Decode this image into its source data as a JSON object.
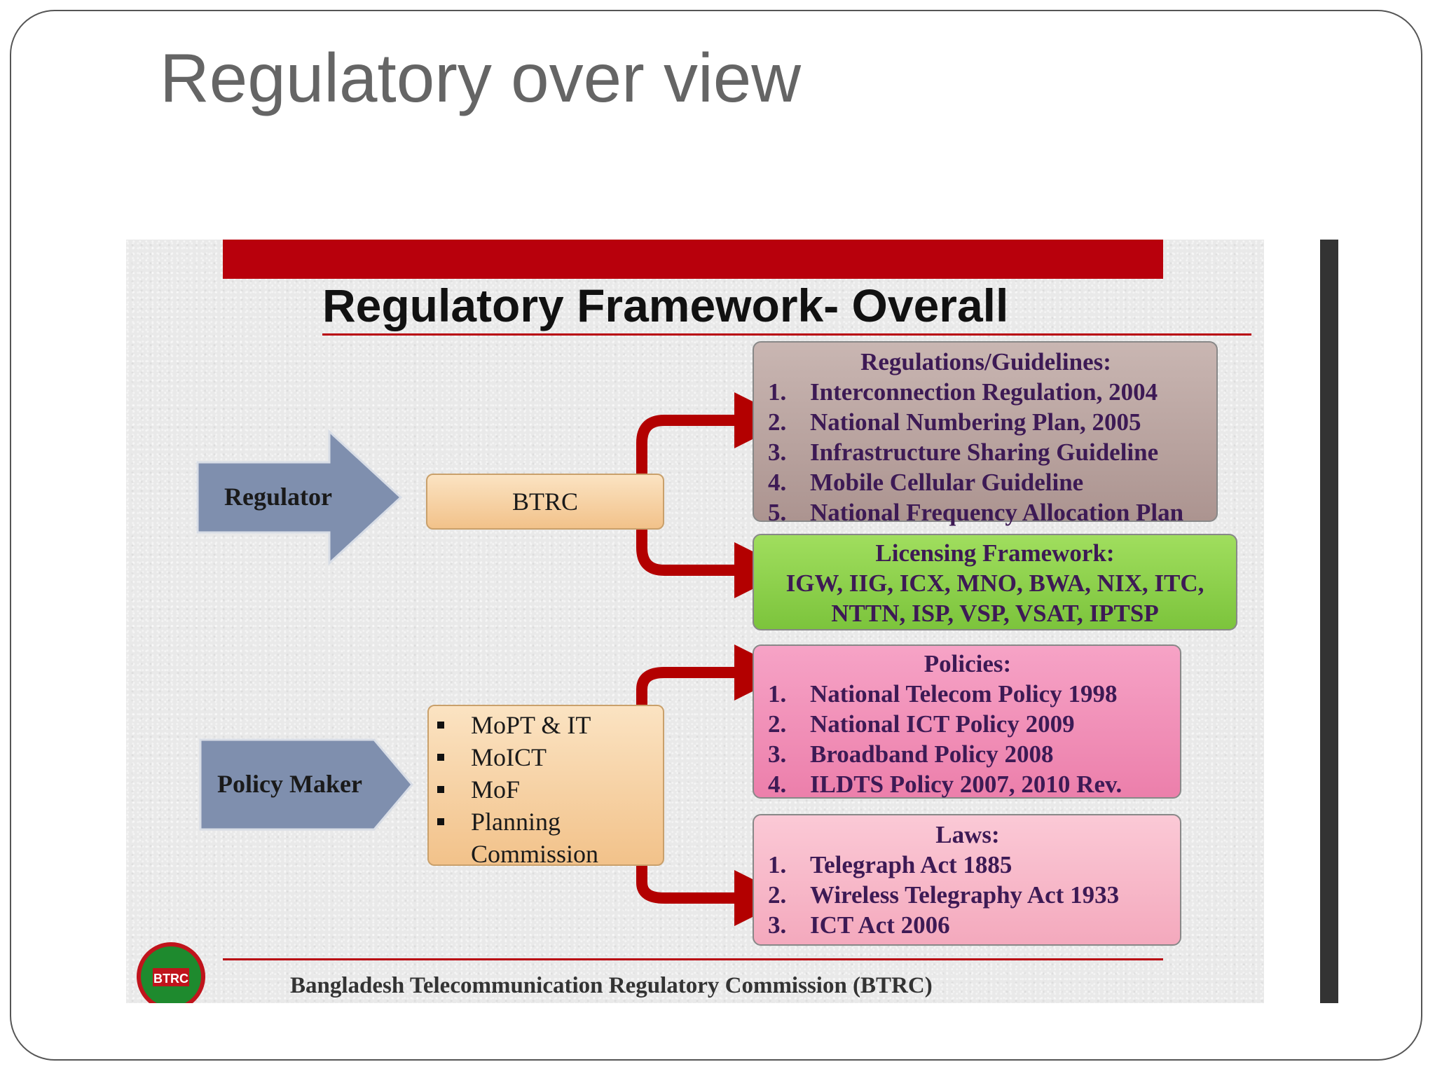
{
  "slide": {
    "title": "Regulatory over view"
  },
  "embedded_slide": {
    "title": "Regulatory Framework- Overall",
    "regulator": {
      "label": "Regulator",
      "entity": "BTRC"
    },
    "policy_maker": {
      "label": "Policy Maker",
      "entities": [
        "MoPT & IT",
        "MoICT",
        "MoF",
        "Planning Commission"
      ]
    },
    "regulations": {
      "title": "Regulations/Guidelines:",
      "items": [
        {
          "num": "1.",
          "text": "Interconnection Regulation, 2004"
        },
        {
          "num": "2.",
          "text": "National Numbering Plan, 2005"
        },
        {
          "num": "3.",
          "text": "Infrastructure Sharing Guideline"
        },
        {
          "num": "4.",
          "text": "Mobile Cellular Guideline"
        },
        {
          "num": "5.",
          "text": "National Frequency Allocation Plan"
        }
      ]
    },
    "licensing": {
      "title": "Licensing Framework:",
      "line1": "IGW, IIG, ICX, MNO, BWA, NIX, ITC,",
      "line2": "NTTN, ISP, VSP, VSAT, IPTSP"
    },
    "policies": {
      "title": "Policies:",
      "items": [
        {
          "num": "1.",
          "text": "National Telecom Policy 1998"
        },
        {
          "num": "2.",
          "text": "National ICT Policy 2009"
        },
        {
          "num": "3.",
          "text": "Broadband Policy 2008"
        },
        {
          "num": "4.",
          "text": "ILDTS Policy 2007, 2010 Rev."
        }
      ]
    },
    "laws": {
      "title": "Laws:",
      "items": [
        {
          "num": "1.",
          "text": "Telegraph Act 1885"
        },
        {
          "num": "2.",
          "text": "Wireless Telegraphy Act 1933"
        },
        {
          "num": "3.",
          "text": "ICT Act 2006"
        }
      ]
    },
    "footer": "Bangladesh Telecommunication Regulatory Commission (BTRC)",
    "logo_text": "BTRC",
    "colors": {
      "top_bar": "#b8000c",
      "rule": "#b8000c",
      "connector": "#b30000",
      "block_arrow": "#7f8fae",
      "regulations_box": "#b9a39f",
      "licensing_box": "#8fd24d",
      "policies_box": "#f08cb5",
      "laws_box": "#f7b6c6"
    }
  }
}
